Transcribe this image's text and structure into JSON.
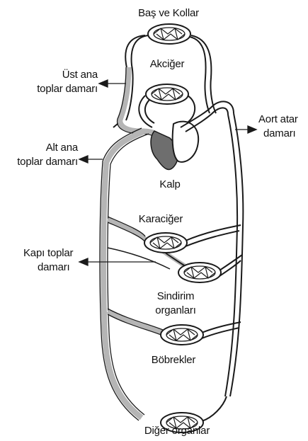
{
  "labels": {
    "head_arms": "Baş ve Kollar",
    "lungs": "Akciğer",
    "upper_vena_cava_1": "Üst ana",
    "upper_vena_cava_2": "toplar damarı",
    "lower_vena_cava_1": "Alt ana",
    "lower_vena_cava_2": "toplar damarı",
    "aorta_1": "Aort atar",
    "aorta_2": "damarı",
    "heart": "Kalp",
    "liver": "Karaciğer",
    "portal_vein_1": "Kapı toplar",
    "portal_vein_2": "damarı",
    "digestive_1": "Sindirim",
    "digestive_2": "organları",
    "kidneys": "Böbrekler",
    "other_organs": "Diğer organlar"
  },
  "colors": {
    "vein": "#b5b5b5",
    "outline": "#1a1a1a",
    "heart_dark": "#6e6e6e"
  }
}
